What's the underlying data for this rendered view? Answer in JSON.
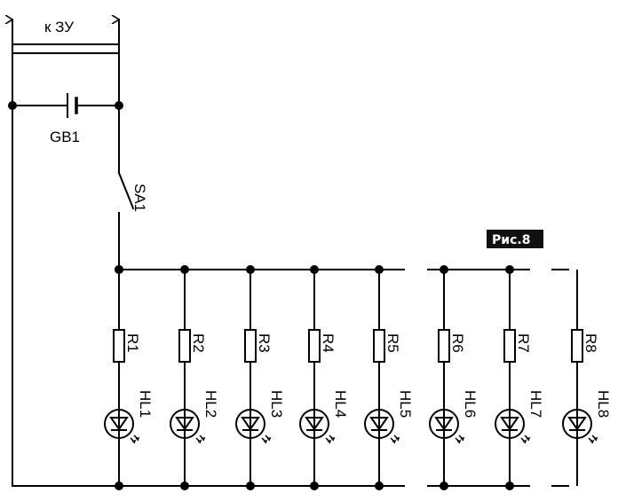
{
  "figure_label": "Рис.8",
  "labels": {
    "charger": "к ЗУ",
    "battery": "GB1",
    "switch": "SA1"
  },
  "branches": [
    {
      "resistor": "R1",
      "led": "HL1"
    },
    {
      "resistor": "R2",
      "led": "HL2"
    },
    {
      "resistor": "R3",
      "led": "HL3"
    },
    {
      "resistor": "R4",
      "led": "HL4"
    },
    {
      "resistor": "R5",
      "led": "HL5"
    },
    {
      "resistor": "R6",
      "led": "HL6"
    },
    {
      "resistor": "R7",
      "led": "HL7"
    },
    {
      "resistor": "R8",
      "led": "HL8"
    }
  ],
  "colors": {
    "line": "#000000",
    "badge_bg": "#111111",
    "badge_text": "#ffffff"
  },
  "icons": {
    "battery": "battery-cell-icon",
    "switch": "switch-open-icon",
    "resistor": "resistor-icon",
    "led": "led-icon",
    "arrow": "arrow-up-icon"
  }
}
